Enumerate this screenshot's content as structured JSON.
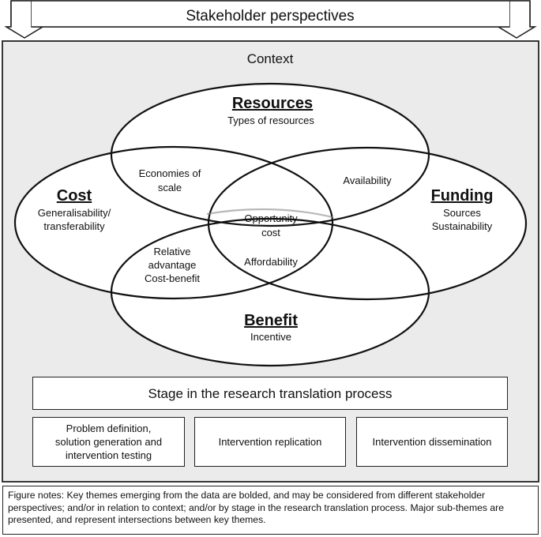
{
  "header": {
    "title": "Stakeholder perspectives"
  },
  "context": {
    "label": "Context"
  },
  "themes": {
    "resources": {
      "title": "Resources",
      "subtitle": "Types of resources"
    },
    "cost": {
      "title": "Cost",
      "subtitle_line1": "Generalisability/",
      "subtitle_line2": "transferability"
    },
    "funding": {
      "title": "Funding",
      "subtitle_line1": "Sources",
      "subtitle_line2": "Sustainability"
    },
    "benefit": {
      "title": "Benefit",
      "subtitle": "Incentive"
    }
  },
  "intersections": {
    "economies": {
      "line1": "Economies of",
      "line2": "scale"
    },
    "availability": {
      "line1": "Availability"
    },
    "opportunity": {
      "line1": "Opportunity",
      "line2": "cost"
    },
    "affordability": {
      "line1": "Affordability"
    },
    "relative": {
      "line1": "Relative",
      "line2": "advantage",
      "line3": "Cost-benefit"
    }
  },
  "stages": {
    "header": "Stage in the research translation process",
    "items": [
      {
        "line1": "Problem definition,",
        "line2": "solution generation and",
        "line3": "intervention testing"
      },
      {
        "line1": "Intervention replication"
      },
      {
        "line1": "Intervention dissemination"
      }
    ]
  },
  "notes": {
    "text": "Figure notes: Key themes emerging from the data are bolded, and may be considered from different stakeholder perspectives; and/or in relation to context; and/or by stage in the research translation process. Major sub-themes are presented, and represent intersections between key themes."
  }
}
